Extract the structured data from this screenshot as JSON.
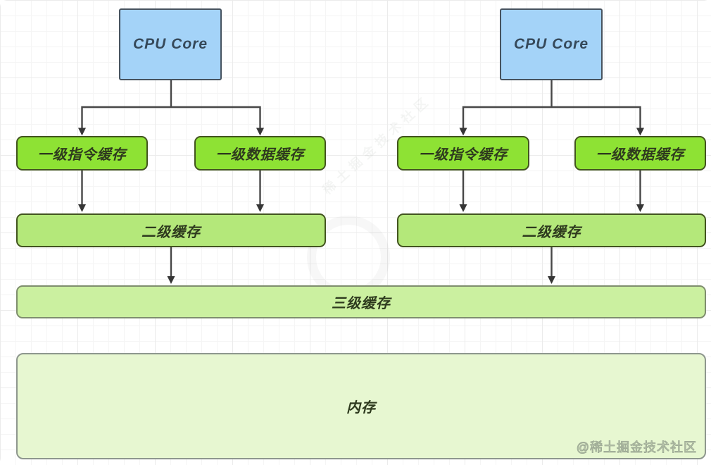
{
  "nodes": {
    "cpu_left": {
      "label": "CPU Core"
    },
    "cpu_right": {
      "label": "CPU Core"
    },
    "l1i_left": {
      "label": "一级指令缓存"
    },
    "l1d_left": {
      "label": "一级数据缓存"
    },
    "l1i_right": {
      "label": "一级指令缓存"
    },
    "l1d_right": {
      "label": "一级数据缓存"
    },
    "l2_left": {
      "label": "二级缓存"
    },
    "l2_right": {
      "label": "二级缓存"
    },
    "l3": {
      "label": "三级缓存"
    },
    "memory": {
      "label": "内存"
    }
  },
  "watermarks": {
    "bottom_right": "@稀土掘金技术社区",
    "center": "稀土掘金技术社区"
  },
  "colors": {
    "cpu_fill": "#a4d3f8",
    "cpu_border": "#47535f",
    "cpu_text": "#36495a",
    "l1_fill": "#8ee234",
    "l2_fill": "#b4e87a",
    "l3_fill": "#cbf0a0",
    "mem_fill": "#e7f7d1",
    "green_border": "#42541f",
    "l3_border": "#7f8e6e",
    "mem_border": "#8e978e",
    "box_text": "#2e3a1e",
    "line": "#474747",
    "arrow": "#363636",
    "grid-minor": "#f5f5f5",
    "grid-major": "#ebebeb"
  }
}
